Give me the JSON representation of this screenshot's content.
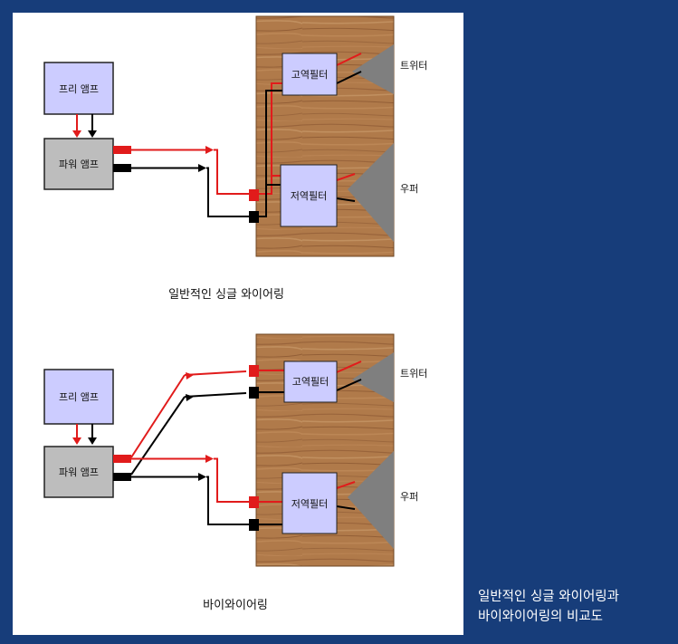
{
  "colors": {
    "background": "#173d7a",
    "panel": "#ffffff",
    "amp_box": "#ccccff",
    "power_box": "#bdbdbd",
    "filter_box": "#ccccff",
    "speaker_cone": "#7f7f7f",
    "wood": "#b07a4a",
    "positive_wire": "#e11b1b",
    "negative_wire": "#000000"
  },
  "diagrams": [
    {
      "caption": "일반적인 싱글 와이어링",
      "pre_amp": "프리 앰프",
      "power_amp": "파워 앰프",
      "high_filter": "고역필터",
      "low_filter": "저역필터",
      "tweeter": "트위터",
      "woofer": "우퍼"
    },
    {
      "caption": "바이와이어링",
      "pre_amp": "프리 앰프",
      "power_amp": "파워 앰프",
      "high_filter": "고역필터",
      "low_filter": "저역필터",
      "tweeter": "트위터",
      "woofer": "우퍼"
    }
  ],
  "side_caption": {
    "line1": "일반적인 싱글 와이어링과",
    "line2": "바이와이어링의 비교도"
  }
}
